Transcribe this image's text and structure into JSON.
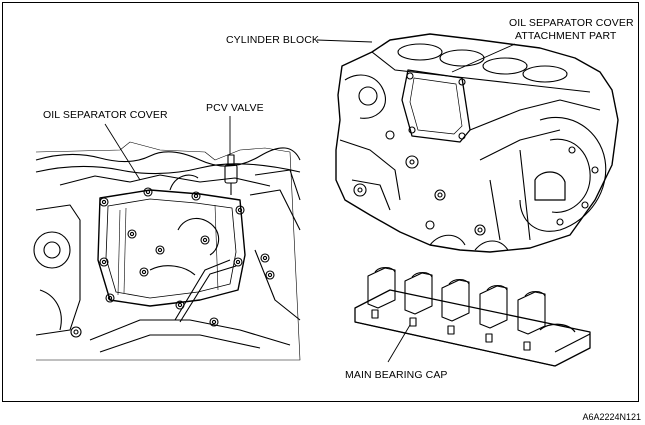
{
  "labels": {
    "cylinder_block": "CYLINDER BLOCK",
    "oil_separator_cover_attachment_line1": "OIL SEPARATOR COVER",
    "oil_separator_cover_attachment_line2": "ATTACHMENT PART",
    "oil_separator_cover": "OIL SEPARATOR COVER",
    "pcv_valve": "PCV VALVE",
    "main_bearing_cap": "MAIN BEARING CAP"
  },
  "figure_code": "A6A2224N121"
}
